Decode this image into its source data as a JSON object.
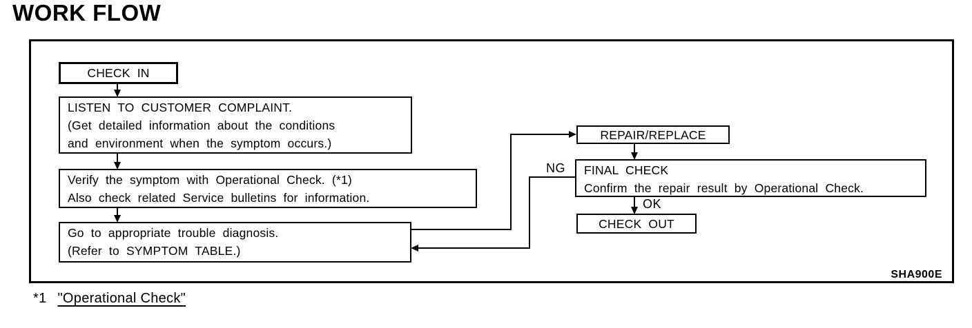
{
  "title": "WORK FLOW",
  "flow": {
    "boxes": {
      "check_in": {
        "label": "CHECK IN"
      },
      "listen": {
        "lines": [
          "LISTEN TO CUSTOMER COMPLAINT.",
          "(Get detailed information about the conditions",
          "and environment when the symptom occurs.)"
        ]
      },
      "verify": {
        "lines": [
          "Verify the symptom with Operational Check. (*1)",
          "Also check related Service bulletins for information."
        ]
      },
      "diagnosis": {
        "lines": [
          "Go to appropriate trouble diagnosis.",
          "(Refer to SYMPTOM TABLE.)"
        ]
      },
      "repair": {
        "label": "REPAIR/REPLACE"
      },
      "final_check": {
        "lines": [
          "FINAL CHECK",
          "Confirm the repair result by Operational Check."
        ]
      },
      "check_out": {
        "label": "CHECK OUT"
      }
    },
    "labels": {
      "ng": "NG",
      "ok": "OK"
    },
    "figure_code": "SHA900E"
  },
  "footnote": {
    "marker": "*1",
    "link_text": "\"Operational Check\""
  },
  "colors": {
    "ink": "#000000",
    "background": "#ffffff"
  }
}
